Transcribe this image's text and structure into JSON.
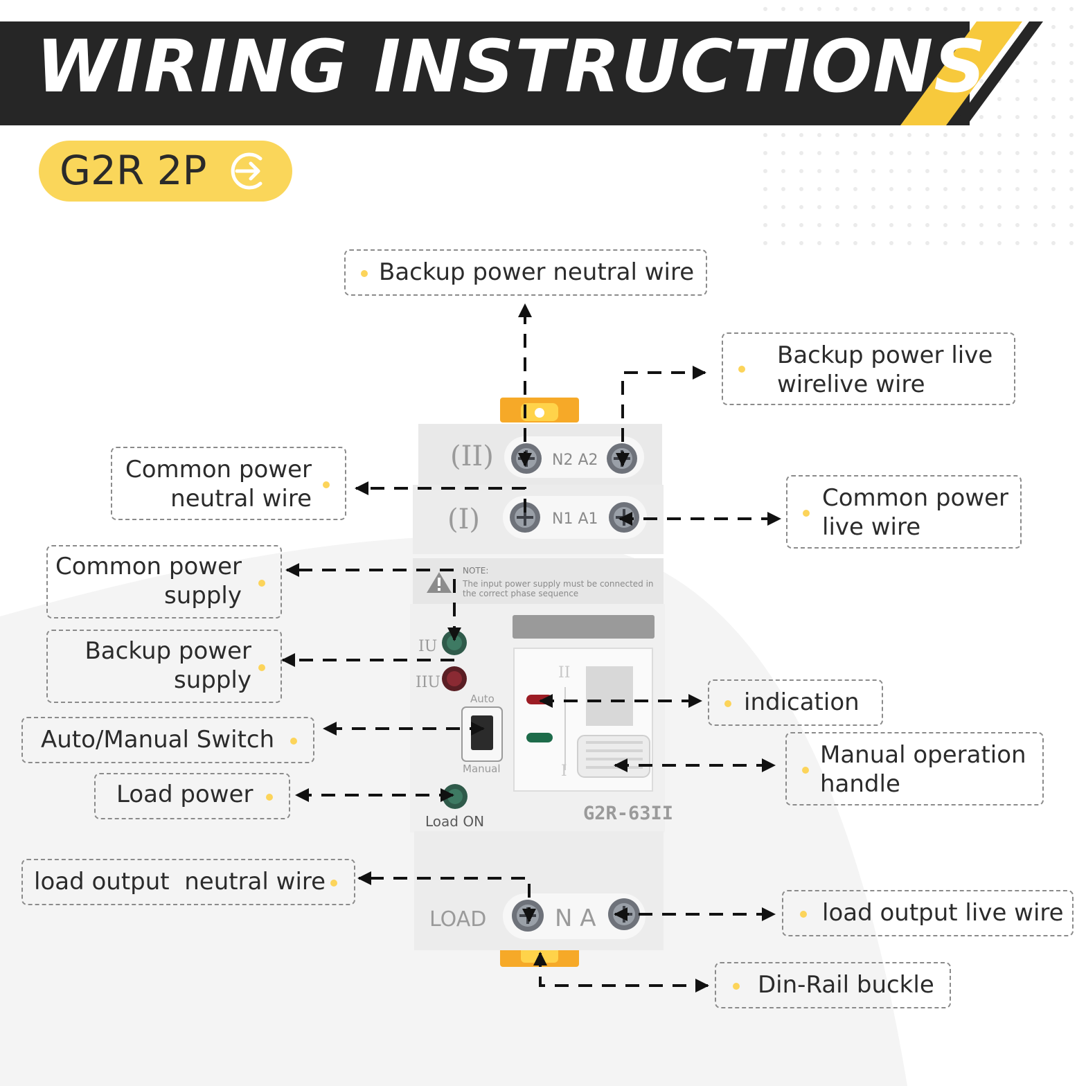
{
  "header": {
    "title": "WIRING INSTRUCTIONS",
    "colors": {
      "banner": "#262626",
      "accent": "#fad65a",
      "stripe": "#f7c93c"
    }
  },
  "badge": {
    "model": "G2R  2P",
    "icon": "arrow-right-circle-icon"
  },
  "device": {
    "terminal_row_2": {
      "roman": "(II)",
      "labels": "N2 A2"
    },
    "terminal_row_1": {
      "roman": "(I)",
      "labels": "N1 A1"
    },
    "note_title": "NOTE:",
    "note_text": "The input power supply must be connected in\nthe correct phase sequence",
    "indicator_1": "IU",
    "indicator_2": "IIU",
    "switch_top": "Auto",
    "switch_bottom": "Manual",
    "load_on": "Load ON",
    "model": "G2R-63II",
    "handle_top": "II",
    "handle_bottom": "I",
    "load_label": "LOAD",
    "load_terminals": "N A"
  },
  "callouts": {
    "backup_neutral": "Backup power neutral wire",
    "backup_live": "Backup power live\nwirelive wire",
    "common_neutral": "Common power\nneutral wire",
    "common_live": "Common power\nlive wire",
    "common_supply": "Common power\nsupply",
    "backup_supply": "Backup power\nsupply",
    "indication": "indication",
    "auto_manual": "Auto/Manual Switch",
    "manual_handle": "Manual operation\nhandle",
    "load_power": "Load power",
    "load_neutral": "load output  neutral wire",
    "load_live": "load output live wire",
    "din_rail": "Din-Rail buckle"
  }
}
